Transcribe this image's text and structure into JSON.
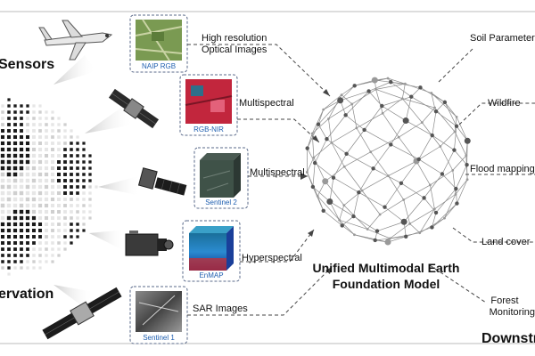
{
  "left_headings": {
    "sensors": "Sensors",
    "observation": "ervation"
  },
  "sources": [
    {
      "platform": "aircraft",
      "thumb_caption": "NAIP RGB",
      "label_line1": "High resolution",
      "label_line2": "Optical Images"
    },
    {
      "platform": "satellite",
      "thumb_caption": "RGB-NIR",
      "label_line1": "Multispectral",
      "label_line2": ""
    },
    {
      "platform": "satellite",
      "thumb_caption": "Sentinel 2",
      "label_line1": "Multispectral",
      "label_line2": ""
    },
    {
      "platform": "camera",
      "thumb_caption": "EnMAP",
      "label_line1": "Hyperspectral",
      "label_line2": ""
    },
    {
      "platform": "satellite",
      "thumb_caption": "Sentinel 1",
      "label_line1": "SAR Images",
      "label_line2": ""
    }
  ],
  "model": {
    "line1": "Unified Multimodal Earth",
    "line2": "Foundation Model"
  },
  "downstream": {
    "heading": "Downstr",
    "tasks": [
      {
        "line1": "Soil Parameter",
        "line2": ""
      },
      {
        "line1": "Wildfire",
        "line2": ""
      },
      {
        "line1": "Flood mapping",
        "line2": ""
      },
      {
        "line1": "Land cover",
        "line2": ""
      },
      {
        "line1": "Forest",
        "line2": "Monitoring"
      }
    ]
  },
  "colors": {
    "line": "#444444",
    "thumb_border": "#5a6a8a",
    "caption": "#1f5fb0"
  },
  "icons": [
    "airplane-icon",
    "satellite-icon",
    "globe-icon",
    "network-sphere-icon"
  ]
}
